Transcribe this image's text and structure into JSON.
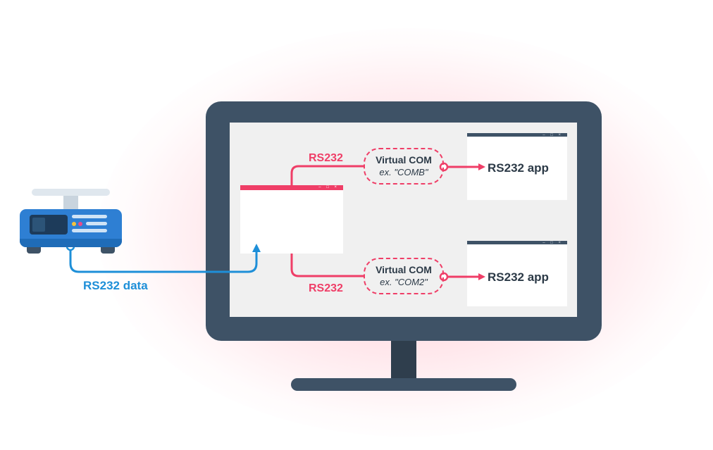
{
  "splitter_links": {
    "top_label": "RS232",
    "bottom_label": "RS232"
  },
  "virtual_ports": [
    {
      "title": "Virtual COM",
      "example": "ex. \"COMB\""
    },
    {
      "title": "Virtual COM",
      "example": "ex. \"COM2\""
    }
  ],
  "apps": [
    {
      "label": "RS232 app"
    },
    {
      "label": "RS232 app"
    }
  ],
  "device": {
    "data_label": "RS232 data"
  },
  "window_controls": "– □ ×",
  "colors": {
    "accent_pink": "#ef3e67",
    "data_blue": "#1e8fd8",
    "monitor": "#3e5266",
    "device_blue": "#2e7fd3"
  }
}
